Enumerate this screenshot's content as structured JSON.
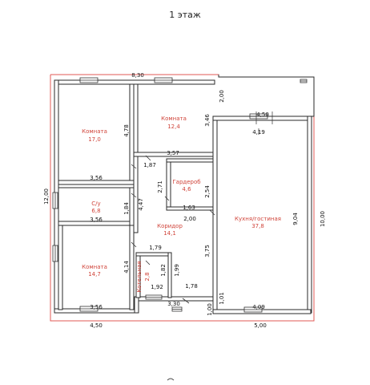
{
  "title": "1  этаж",
  "colors": {
    "accent": "#d0443a",
    "wall": "#2a2a2a",
    "wall_fill": "#ffffff",
    "outline": "#e05a55",
    "window": "#333333"
  },
  "rooms": [
    {
      "name": "Комната",
      "area": "17,0"
    },
    {
      "name": "Комната",
      "area": "12,4"
    },
    {
      "name": "С/у",
      "area": "6,8"
    },
    {
      "name": "Гардероб",
      "area": "4,6"
    },
    {
      "name": "Коридор",
      "area": "14,1"
    },
    {
      "name": "Кухня/гостиная",
      "area": "37,8"
    },
    {
      "name": "Комната",
      "area": "14,7"
    },
    {
      "name": "Котельная",
      "area": "2,8"
    }
  ],
  "dimensions": [
    "8,30",
    "4,78",
    "3,46",
    "2,00",
    "4,50",
    "4,19",
    "3,57",
    "1,87",
    "3,56",
    "2,71",
    "2,54",
    "12,00",
    "1,84",
    "4,47",
    "3,56",
    "1,63",
    "2,00",
    "9,04",
    "10,00",
    "1,79",
    "3,75",
    "4,14",
    "1,82",
    "1,99",
    "1,92",
    "1,78",
    "3,56",
    "3,30",
    "1,01",
    "1,00",
    "4,09",
    "4,50",
    "5,00"
  ]
}
